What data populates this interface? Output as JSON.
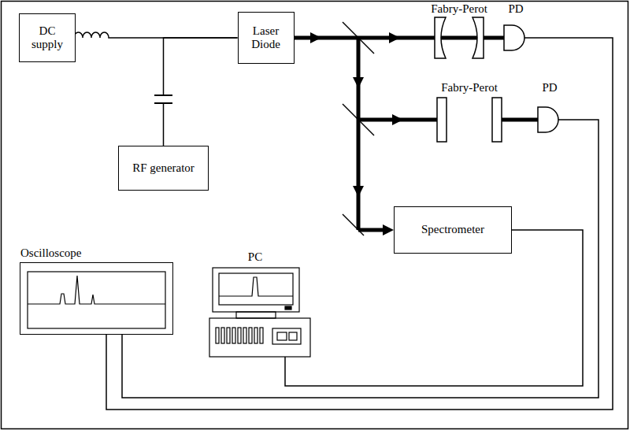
{
  "diagram": {
    "nodes": [
      {
        "text": [
          "DC supply"
        ]
      },
      {
        "text": [
          "Laser Diode"
        ]
      },
      {
        "text": [
          "RF generator"
        ]
      },
      {
        "text": [
          "Oscilloscope"
        ]
      },
      {
        "text": [
          "Spectrometer"
        ]
      }
    ],
    "edges": [
      {
        "from": 0,
        "to": 1,
        "arrow": "none"
      },
      {
        "from": 2,
        "to": 1,
        "arrow": "none"
      }
    ],
    "labels": [
      "Fabry-Perot",
      "PD",
      "Fabry-Perot",
      "PD",
      "PC"
    ]
  }
}
